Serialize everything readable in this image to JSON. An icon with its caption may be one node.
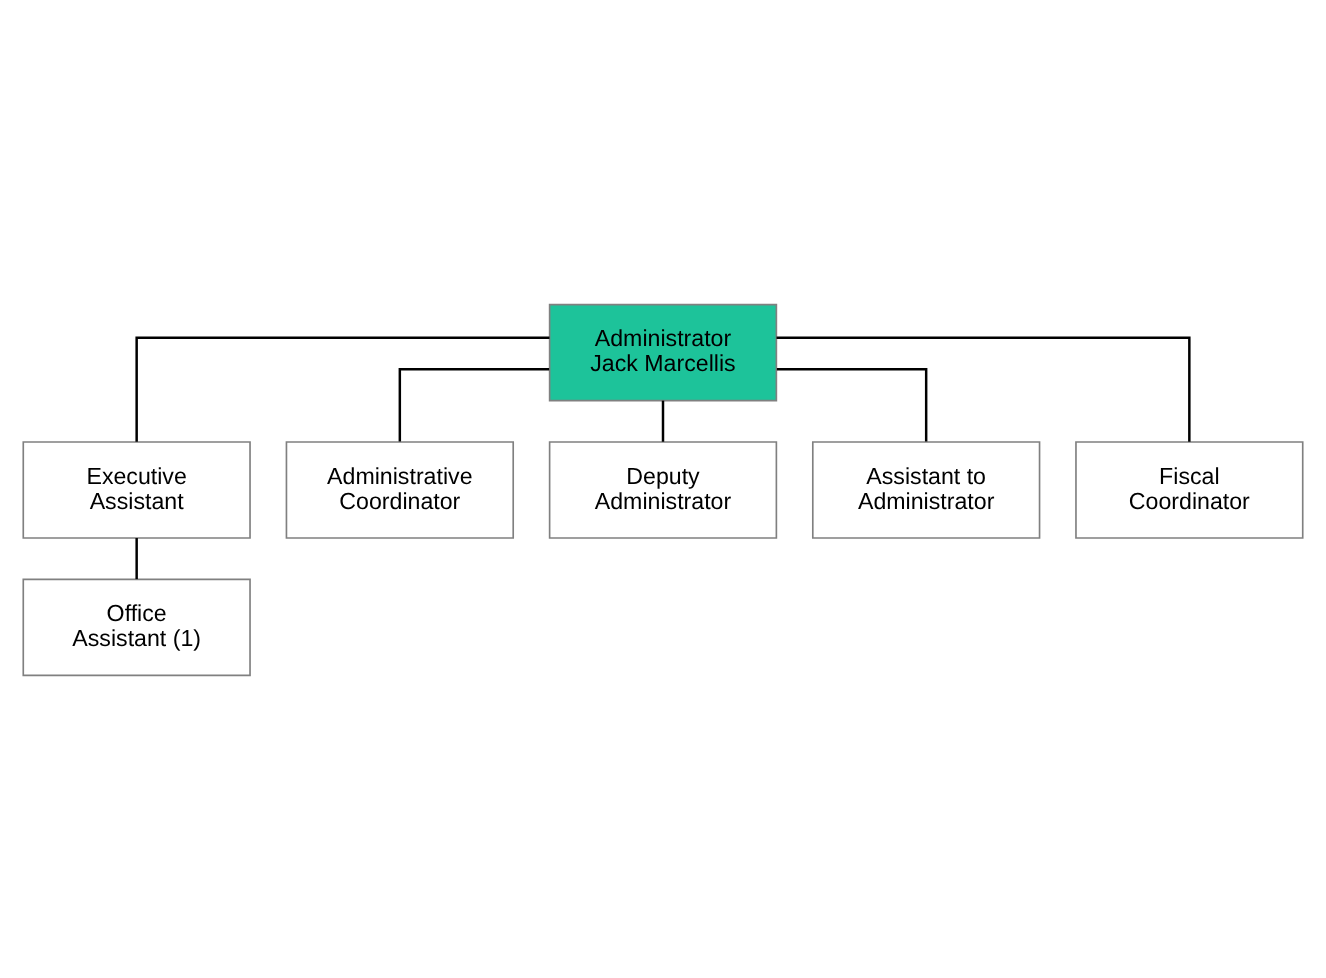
{
  "diagram": {
    "nodes": [
      {
        "text": [
          "Administrator",
          "Jack Marcellis"
        ]
      },
      {
        "text": [
          "Executive Assistant"
        ]
      },
      {
        "text": [
          "Administrative Coordinator"
        ]
      },
      {
        "text": [
          "Office Assistant (1)"
        ]
      },
      {
        "text": [
          "Deputy Administrator"
        ]
      },
      {
        "text": [
          "Assistant to Administrator"
        ]
      },
      {
        "text": [
          "Fiscal Coordinator"
        ]
      }
    ],
    "edges": [
      {
        "from": 0,
        "to": 1,
        "arrow": "none"
      },
      {
        "from": 0,
        "to": 2,
        "arrow": "none"
      },
      {
        "from": 1,
        "to": 3,
        "arrow": "none"
      },
      {
        "from": 0,
        "to": 4,
        "arrow": "none"
      },
      {
        "from": 0,
        "to": 5,
        "arrow": "none"
      },
      {
        "from": 0,
        "to": 6,
        "arrow": "none"
      }
    ]
  }
}
